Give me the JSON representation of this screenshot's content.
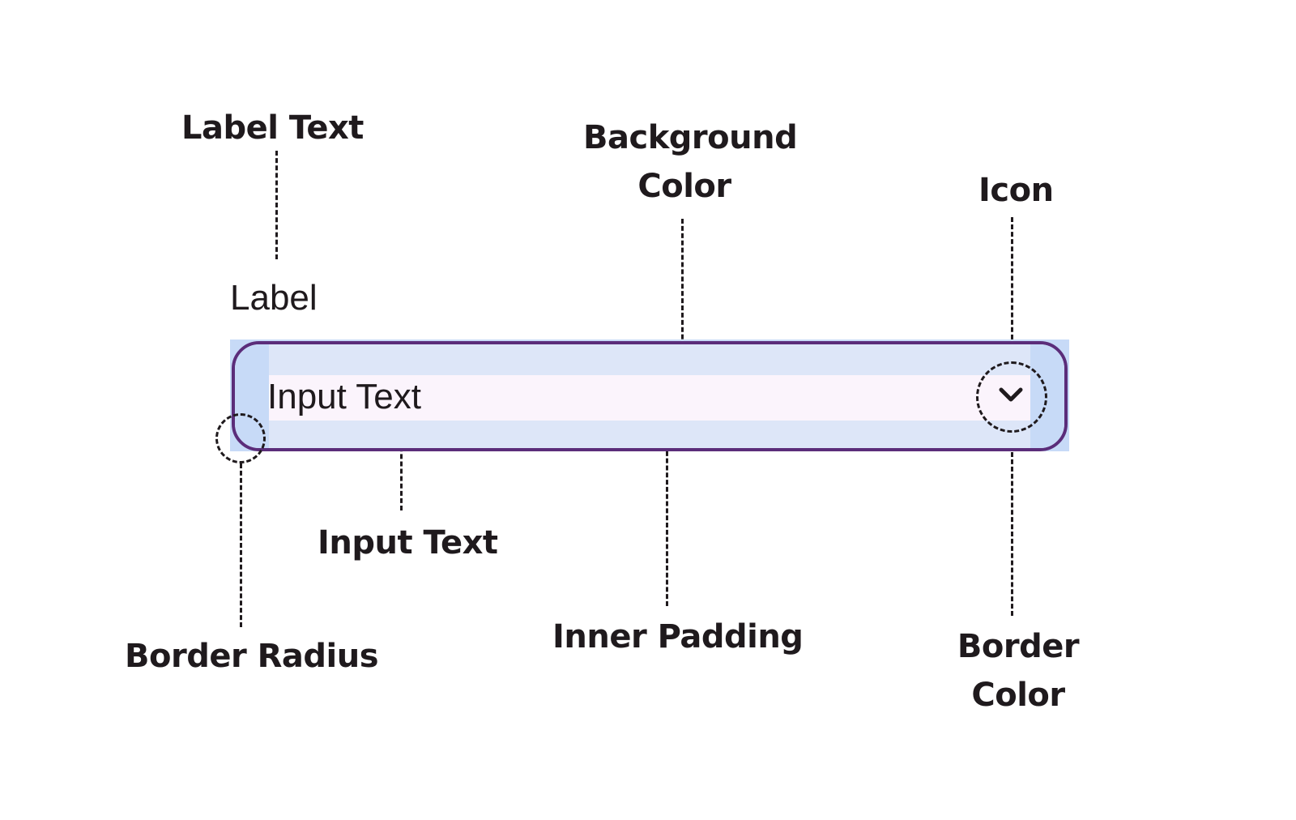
{
  "annotations": {
    "label_text": "Label Text",
    "background_color": [
      "Background",
      "Color"
    ],
    "icon": "Icon",
    "input_text": "Input Text",
    "inner_padding": "Inner Padding",
    "border_radius": "Border Radius",
    "border_color": [
      "Border",
      "Color"
    ]
  },
  "field": {
    "label": "Label",
    "value": "Input Text",
    "icon": "chevron-down-icon"
  },
  "colors": {
    "border": "#5b2d7a",
    "padding_highlight": "#c7daf7",
    "field_background": "#dde6f8",
    "content_background": "#fbf4fc",
    "annotation_text": "#1f1a1d"
  }
}
